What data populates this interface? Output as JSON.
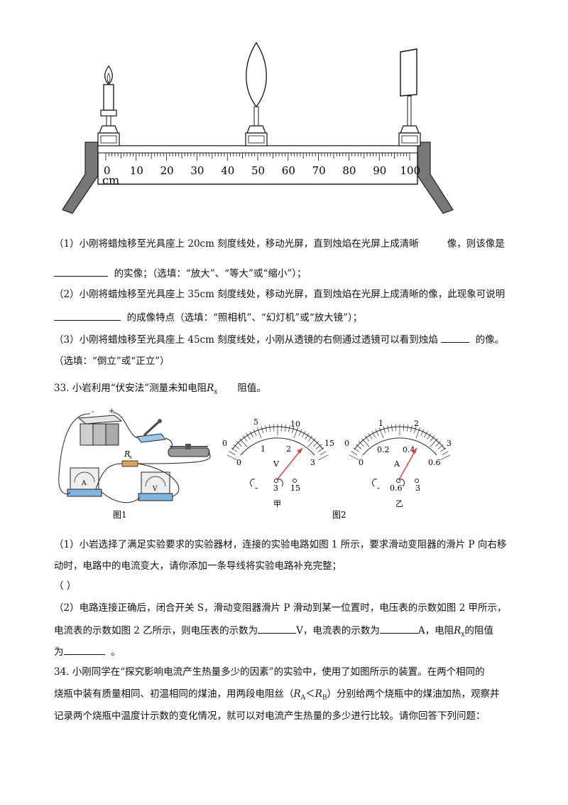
{
  "bench": {
    "ruler_numbers": [
      "0",
      "10",
      "20",
      "30",
      "40",
      "50",
      "60",
      "70",
      "80",
      "90",
      "100"
    ],
    "unit": "cm"
  },
  "q32": {
    "p1a": "（1）小刚将蜡烛移至光具座上 20cm 刻度线处，移动光屏，直到烛焰在光屏上成清晰",
    "p1b": "像，则该像是",
    "p1c": "的实像；（选填：“放大”、“等大”或“缩小”）；",
    "p2a": "（2）小刚将蜡烛移至光具座上 35cm 刻度线处，移动光屏，直到烛焰在光屏上成清晰的像，此现象可说明",
    "p2b": "的成像特点（选填：“照相机”、“幻灯机”或“放大镜”）；",
    "p3a": "（3）小刚将蜡烛移至光具座上 45cm 刻度线处，小刚从透镜的右侧通过透镜可以看到烛焰",
    "p3b": "的像。",
    "p3c": "（选填：“倒立”或“正立”）"
  },
  "q33": {
    "intro_a": "33. 小岩利用“伏安法”测量未知电阻",
    "intro_r": "R",
    "intro_sub": "x",
    "intro_b": "阻值。",
    "fig1_label": "图1",
    "fig2_label": "图2",
    "rx_label": "R",
    "rx_sub": "x",
    "ammeter_letter": "A",
    "voltmeter_letter": "V",
    "volt_meter": {
      "top_scale": [
        "0",
        "5",
        "10",
        "15"
      ],
      "bottom_scale": [
        "0",
        "1",
        "2",
        "3"
      ],
      "unit": "V",
      "terminals": [
        "-",
        "3",
        "15"
      ],
      "caption": "甲"
    },
    "amp_meter": {
      "top_scale": [
        "0",
        "1",
        "2",
        "3"
      ],
      "bottom_scale": [
        "0",
        "0.2",
        "0.4",
        "0.6"
      ],
      "unit": "A",
      "terminals": [
        "-",
        "0.6",
        "3"
      ],
      "caption": "乙"
    },
    "p1a": "（1）小岩选择了满足实验要求的实验器材，连接的实验电路如图 1 所示，要求滑动变阻器的滑片 P 向右移",
    "p1b": "动时，电路中的电流变大，请你添加一条导线将实验电路补充完整；",
    "p1c": "（        ）",
    "p2a": "（2）电路连接正确后，闭合开关 S，滑动变阻器滑片 P 滑动到某一位置时，电压表的示数如图 2 甲所示，",
    "p2b1": "电流表的示数如图 2 乙所示，则电压表的示数为",
    "p2b2": "V，电流表的示数为",
    "p2b3": "A，电阻",
    "p2b_r": "R",
    "p2b_sub": "x",
    "p2b4": "的阻值",
    "p2c1": "为",
    "p2c2": "。"
  },
  "q34": {
    "l1": "34. 小刚同学在“探究影响电流产生热量多少的因素”的实验中，使用了如图所示的装置。在两个相同的",
    "l2a": "烧瓶中装有质量相同、初温相同的煤油，用两段电阻丝（",
    "l2r1": "R",
    "l2s1": "A",
    "l2lt": "＜",
    "l2r2": "R",
    "l2s2": "B",
    "l2b": "）分别给两个烧瓶中的煤油加热，观察并",
    "l3": "记录两个烧瓶中温度计示数的变化情况，就可以对电流产生热量的多少进行比较。请你回答下列问题："
  }
}
